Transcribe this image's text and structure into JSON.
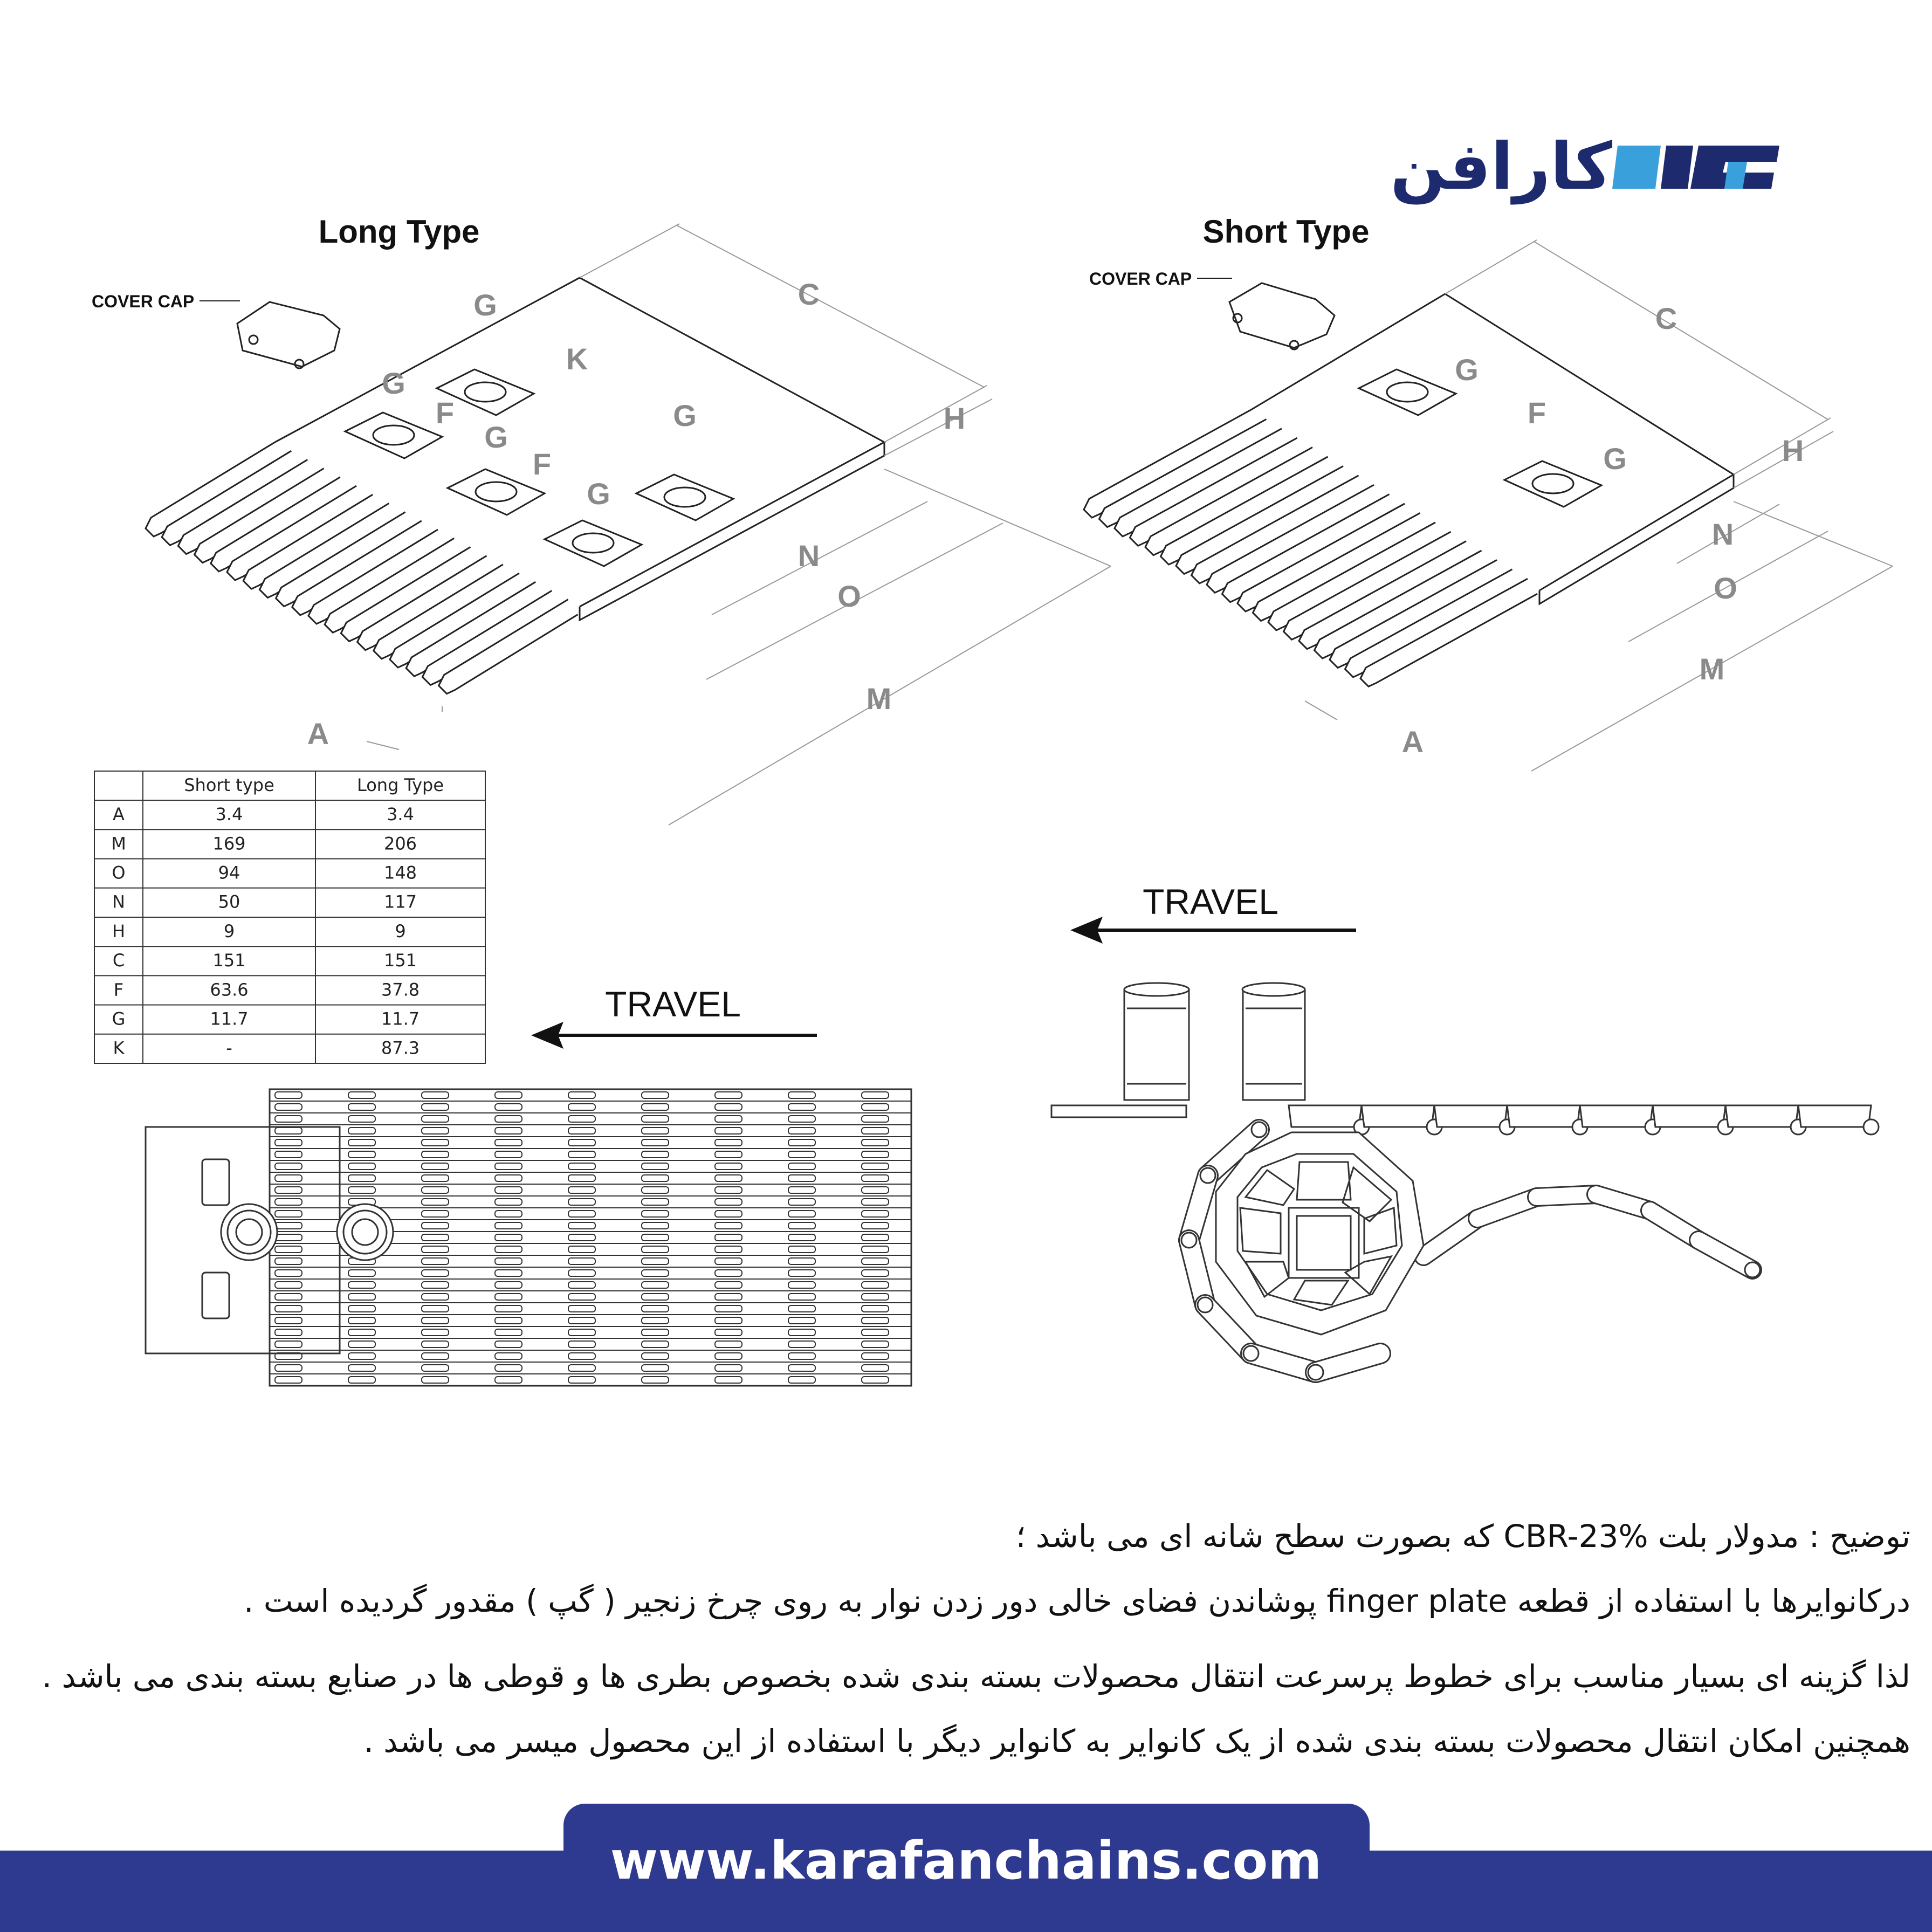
{
  "brand": {
    "logo_text": "کارافن",
    "logo_colors": [
      "#1e2a6e",
      "#3aa0dc"
    ]
  },
  "long_type": {
    "title": "Long Type",
    "cover_cap_label": "COVER CAP",
    "dim_labels": [
      "C",
      "G",
      "K",
      "G",
      "F",
      "G",
      "F",
      "G",
      "G",
      "H",
      "N",
      "O",
      "M",
      "A"
    ]
  },
  "short_type": {
    "title": "Short Type",
    "cover_cap_label": "COVER CAP",
    "dim_labels": [
      "C",
      "G",
      "F",
      "G",
      "H",
      "N",
      "O",
      "M",
      "A"
    ]
  },
  "travel_label": "TRAVEL",
  "table": {
    "headers": [
      "",
      "Short type",
      "Long Type"
    ],
    "rows": [
      [
        "A",
        "3.4",
        "3.4"
      ],
      [
        "M",
        "169",
        "206"
      ],
      [
        "O",
        "94",
        "148"
      ],
      [
        "N",
        "50",
        "117"
      ],
      [
        "H",
        "9",
        "9"
      ],
      [
        "C",
        "151",
        "151"
      ],
      [
        "F",
        "63.6",
        "37.8"
      ],
      [
        "G",
        "11.7",
        "11.7"
      ],
      [
        "K",
        "-",
        "87.3"
      ]
    ]
  },
  "description": {
    "line1": "توضیح : مدولار بلت CBR-23% که بصورت سطح شانه ای می باشد ؛",
    "line2": "درکانوایرها با استفاده از قطعه finger plate پوشاندن فضای خالی دور زدن نوار به روی چرخ زنجیر ( گپ ) مقدور گردیده است .",
    "line3": "لذا گزینه ای بسیار مناسب برای خطوط پرسرعت انتقال محصولات بسته بندی شده بخصوص بطری ها و قوطی ها در صنایع بسته بندی می باشد .",
    "line4": "همچنین امکان انتقال محصولات بسته بندی شده از یک کانوایر به کانوایر دیگر با استفاده از این محصول میسر می باشد ."
  },
  "footer": {
    "url": "www.karafanchains.com",
    "color": "#2e3a8f"
  }
}
